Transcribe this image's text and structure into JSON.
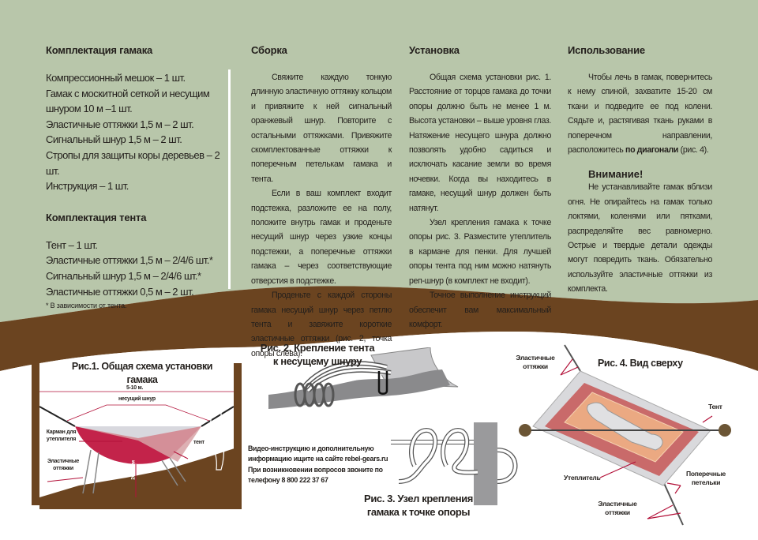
{
  "colors": {
    "background": "#b8c6aa",
    "band": "#6b4420",
    "accent": "#b3123a"
  },
  "kit_hammock": {
    "title": "Комплектация гамака",
    "items": [
      "Компрессионный мешок – 1 шт.",
      "Гамак с москитной сеткой и несущим шнуром 10 м –1 шт.",
      "Эластичные оттяжки 1,5 м – 2 шт.",
      "Сигнальный шнур 1,5 м – 2 шт.",
      "Стропы для защиты коры деревьев – 2 шт.",
      "Инструкция – 1 шт."
    ]
  },
  "kit_tent": {
    "title": "Комплектация тента",
    "items": [
      "Тент – 1 шт.",
      "Эластичные оттяжки 1,5 м – 2/4/6 шт.*",
      "Сигнальный шнур 1,5 м – 2/4/6 шт.*",
      "Эластичные оттяжки 0,5 м – 2 шт."
    ],
    "note": "* В зависимости от тента."
  },
  "assembly": {
    "title": "Сборка",
    "paragraphs": [
      "Свяжите каждую тонкую длинную эластичную оттяжку кольцом и привяжите к ней сигнальный оранжевый шнур. Повторите с остальными оттяжками. Привяжите скомплектованные оттяжки к поперечным петелькам гамака и тента.",
      "Если в ваш комплект входит подстежка, разложите ее на полу, положите внутрь гамак и проденьте несущий шнур через узкие концы подстежки, а поперечные оттяжки гамака – через соответствующие отверстия в подстежке.",
      "Проденьте с каждой стороны гамака несущий шнур  через петлю тента и завяжите короткие эластичные оттяжки (рис. 2,  точка опоры слева)."
    ]
  },
  "installation": {
    "title": "Установка",
    "paragraphs": [
      "Общая схема установки рис. 1. Расстояние от торцов гамака до точки опоры должно быть не менее 1 м. Высота установки – выше уровня глаз. Натяжение несущего шнура должно позволять удобно садиться и исключать касание земли во время ночевки. Когда вы находитесь в гамаке, несущий шнур должен быть натянут.",
      "Узел крепления гамака к точке опоры рис. 3. Разместите утеплитель в кармане для пенки. Для лучшей опоры тента под ним можно натянуть реп-шнур (в комплект не входит).",
      "Точное выполнение инструкций обеспечит вам максимальный комфорт."
    ]
  },
  "usage": {
    "title": "Использование",
    "text_before": "Чтобы лечь в гамак, повернитесь к нему спиной, захватите 15-20 см ткани и подведите ее под колени. Сядьте и, растягивая ткань руками в поперечном направлении, расположитесь ",
    "text_bold": "по диагонали",
    "text_after": " (рис. 4).",
    "warning_title": "Внимание!",
    "warning_text": "Не устанавливайте гамак вблизи огня. Не опирайтесь на гамак только локтями, коленями или пятками, распределяйте вес равномерно. Острые и твердые детали одежды могут повредить ткань. Обязательно используйте эластичные оттяжки из комплекта."
  },
  "fig1": {
    "caption": "Рис.1. Общая схема установки гамака",
    "distance": "5-10 м.",
    "ridgeline": "несущий шнур",
    "pocket": "Карман для утеплителя",
    "tent": "тент",
    "guylines": "Эластичные оттяжки",
    "height": "20-40 см"
  },
  "fig2": {
    "caption_1": "Рис. 2. Крепление тента",
    "caption_2": "к несущему шнуру"
  },
  "fig3": {
    "caption_1": "Рис. 3. Узел крепления",
    "caption_2": "гамака к точке опоры"
  },
  "fig4": {
    "caption": "Рис. 4. Вид сверху",
    "guylines_top": "Эластичные оттяжки",
    "tent": "Тент",
    "insulation": "Утеплитель",
    "loops": "Поперечные петельки",
    "guylines_bottom": "Эластичные оттяжки"
  },
  "contact": {
    "line1": "Видео-инструкцию и дополнительную",
    "line2": "информацию ищите на сайте rebel-gears.ru",
    "line3": "При возникновении вопросов звоните по",
    "line4": "телефону 8 800 222 37 67"
  }
}
